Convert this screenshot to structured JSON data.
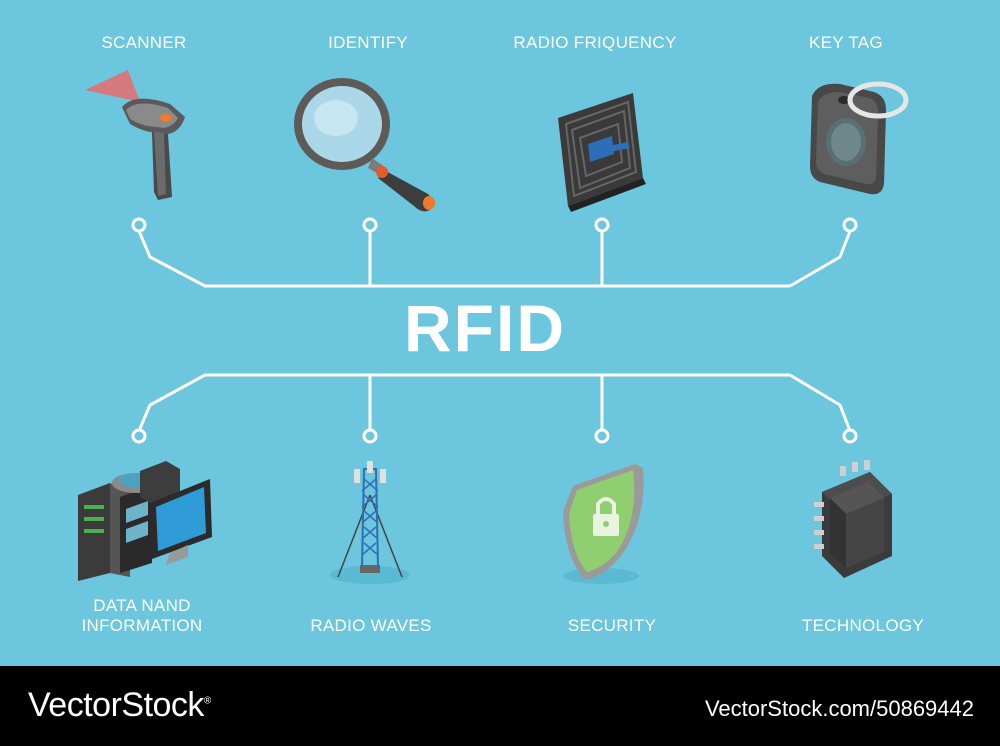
{
  "title": "RFID",
  "top_items": [
    {
      "label": "SCANNER",
      "icon": "barcode-scanner-icon"
    },
    {
      "label": "IDENTIFY",
      "icon": "magnifying-glass-icon"
    },
    {
      "label": "RADIO FRIQUENCY",
      "icon": "rfid-chip-card-icon"
    },
    {
      "label": "KEY TAG",
      "icon": "key-tag-icon"
    }
  ],
  "bottom_items": [
    {
      "label_line1": "DATA NAND",
      "label_line2": "INFORMATION",
      "icon": "server-monitor-icon"
    },
    {
      "label": "RADIO WAVES",
      "icon": "radio-tower-icon"
    },
    {
      "label": "SECURITY",
      "icon": "shield-lock-icon"
    },
    {
      "label": "TECHNOLOGY",
      "icon": "microchip-icon"
    }
  ],
  "footer": {
    "brand": "VectorStock",
    "brand_mark": "®",
    "stock_id": "VectorStock.com/50869442"
  },
  "colors": {
    "background": "#6cc6dd",
    "lines": "#ffffff",
    "text": "#ffffff",
    "footer": "#000000"
  }
}
